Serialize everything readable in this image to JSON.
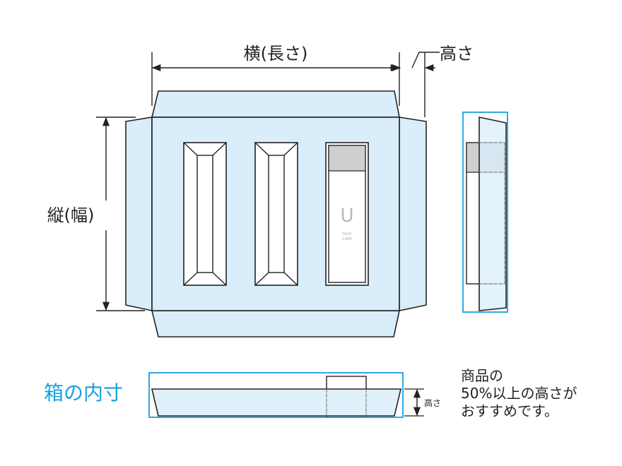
{
  "labels": {
    "width": "横(長さ)",
    "height_top": "高さ",
    "depth": "縦(幅)",
    "height_small": "高さ",
    "inner_size": "箱の内寸"
  },
  "product": {
    "letter": "U",
    "line1": "FACE",
    "line2": "CARE"
  },
  "note": [
    "商品の",
    "50%以上の高さが",
    "おすすめです。"
  ],
  "colors": {
    "fill": "#d9edfa",
    "accent": "#1aa0e0",
    "stroke": "#222222",
    "cap": "#cfcfd1"
  }
}
